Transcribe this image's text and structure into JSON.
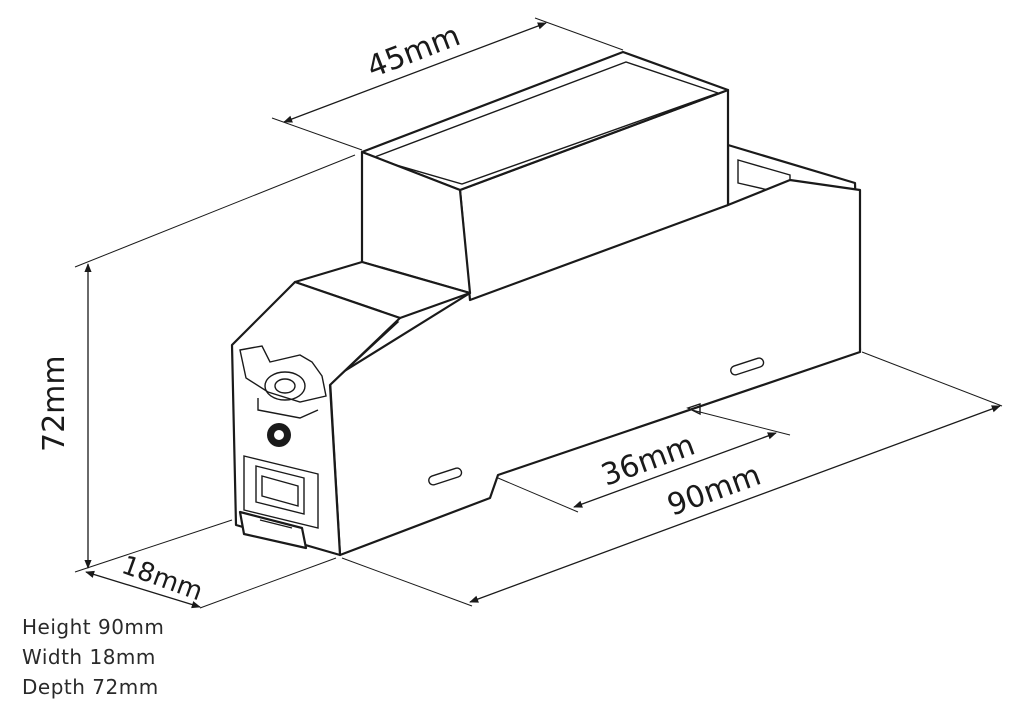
{
  "diagram": {
    "dimensions": {
      "top_width": "45mm",
      "height": "72mm",
      "depth": "18mm",
      "rail": "36mm",
      "length": "90mm"
    }
  },
  "specs": {
    "height": "Height 90mm",
    "width": "Width 18mm",
    "depth": "Depth 72mm"
  }
}
